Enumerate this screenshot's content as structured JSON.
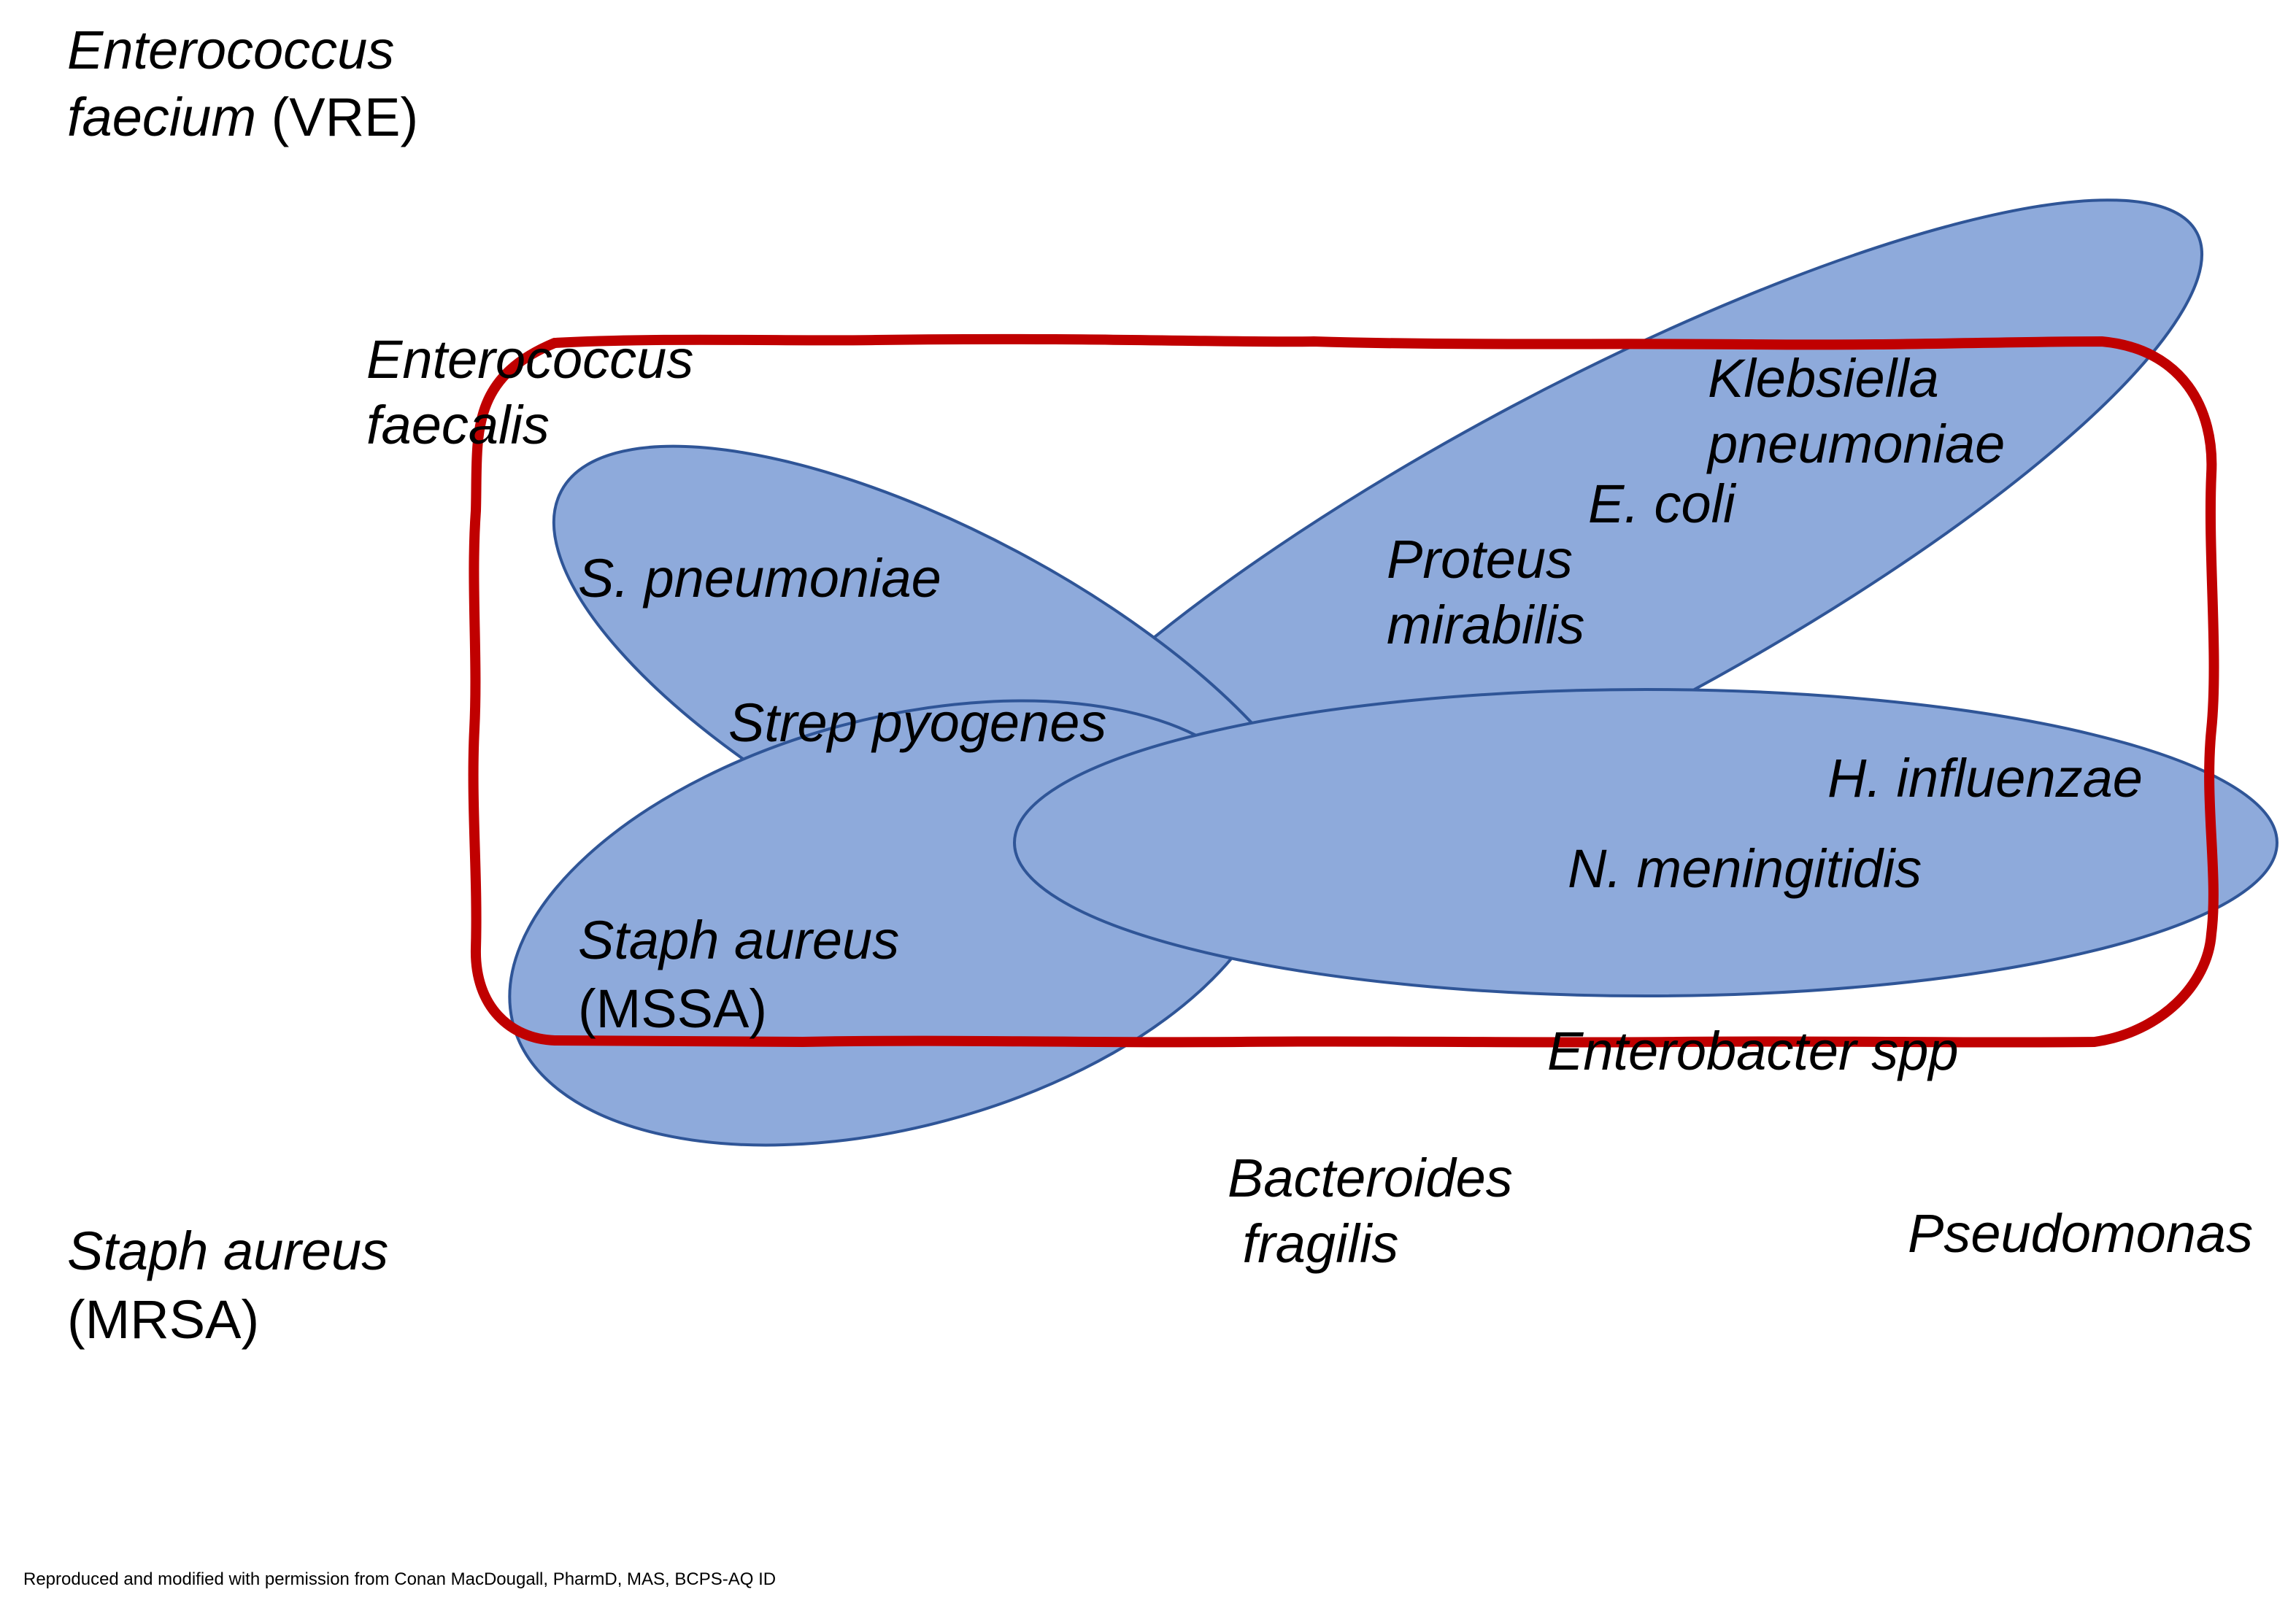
{
  "colors": {
    "ellipse_fill": "#8eaadb",
    "ellipse_stroke": "#2f5597",
    "coverage_outline": "#c00000",
    "text": "#000000",
    "background": "#ffffff"
  },
  "organisms": {
    "e_faecium": {
      "line1": "Enterococcus",
      "line2_italic": "faecium",
      "line2_plain": " (VRE)"
    },
    "e_faecalis": {
      "line1": "Enterococcus",
      "line2": "faecalis"
    },
    "s_pneumoniae": "S. pneumoniae",
    "strep_pyogenes": "Strep pyogenes",
    "mssa": {
      "line1": "Staph aureus",
      "line2": "(MSSA)"
    },
    "mrsa": {
      "line1": "Staph aureus",
      "line2": "(MRSA)"
    },
    "klebsiella": {
      "line1": "Klebsiella",
      "line2": "pneumoniae"
    },
    "e_coli": "E. coli",
    "proteus": {
      "line1": "Proteus",
      "line2": "mirabilis"
    },
    "h_influenzae": "H. influenzae",
    "n_meningitidis": "N. meningitidis",
    "enterobacter": "Enterobacter spp",
    "bacteroides": {
      "line1": "Bacteroides",
      "line2": " fragilis"
    },
    "pseudomonas": "Pseudomonas"
  },
  "credit": "Reproduced and modified with permission from Conan MacDougall, PharmD, MAS, BCPS-AQ ID"
}
